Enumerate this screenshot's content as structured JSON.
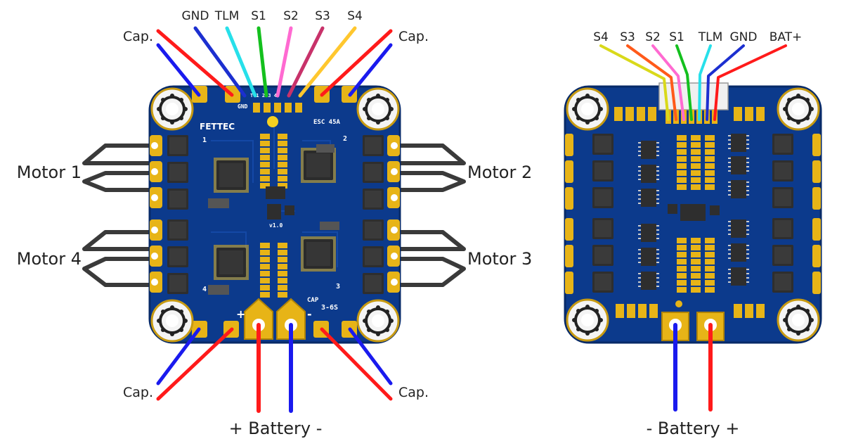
{
  "front": {
    "top_labels": [
      "GND",
      "TLM",
      "S1",
      "S2",
      "S3",
      "S4"
    ],
    "cap_tl": "Cap.",
    "cap_tr": "Cap.",
    "cap_bl": "Cap.",
    "cap_br": "Cap.",
    "motor1": "Motor 1",
    "motor2": "Motor 2",
    "motor3": "Motor 3",
    "motor4": "Motor 4",
    "battery": "+ Battery -",
    "silk": {
      "brand": "FETTEC",
      "esc": "ESC 45A",
      "version": "v1.0",
      "cap": "CAP",
      "cells": "3-6S",
      "gnd": "GND",
      "pads": "T 1 2 3 4",
      "n1": "1",
      "n2": "2",
      "n3": "3",
      "n4": "4",
      "plus": "+",
      "minus": "-"
    }
  },
  "back": {
    "top_labels": [
      "S4",
      "S3",
      "S2",
      "S1",
      "TLM",
      "GND",
      "BAT+"
    ],
    "battery": "- Battery +"
  },
  "colors": {
    "board": "#0c3a8c",
    "board_edge": "#072a68",
    "pad": "#e7b417",
    "chip": "#2e2e2e",
    "wire_red": "#ff1a1a",
    "wire_blue": "#1a1aee",
    "motor_wire": "#3a3a3a",
    "gnd": "#1c2fd0",
    "tlm": "#27e0ea",
    "s1": "#14c01e",
    "s2": "#ff6ad1",
    "s3": "#c8326a",
    "s4": "#ffc72e",
    "back_s4": "#d9d91a",
    "back_s3": "#ff5a1a"
  }
}
